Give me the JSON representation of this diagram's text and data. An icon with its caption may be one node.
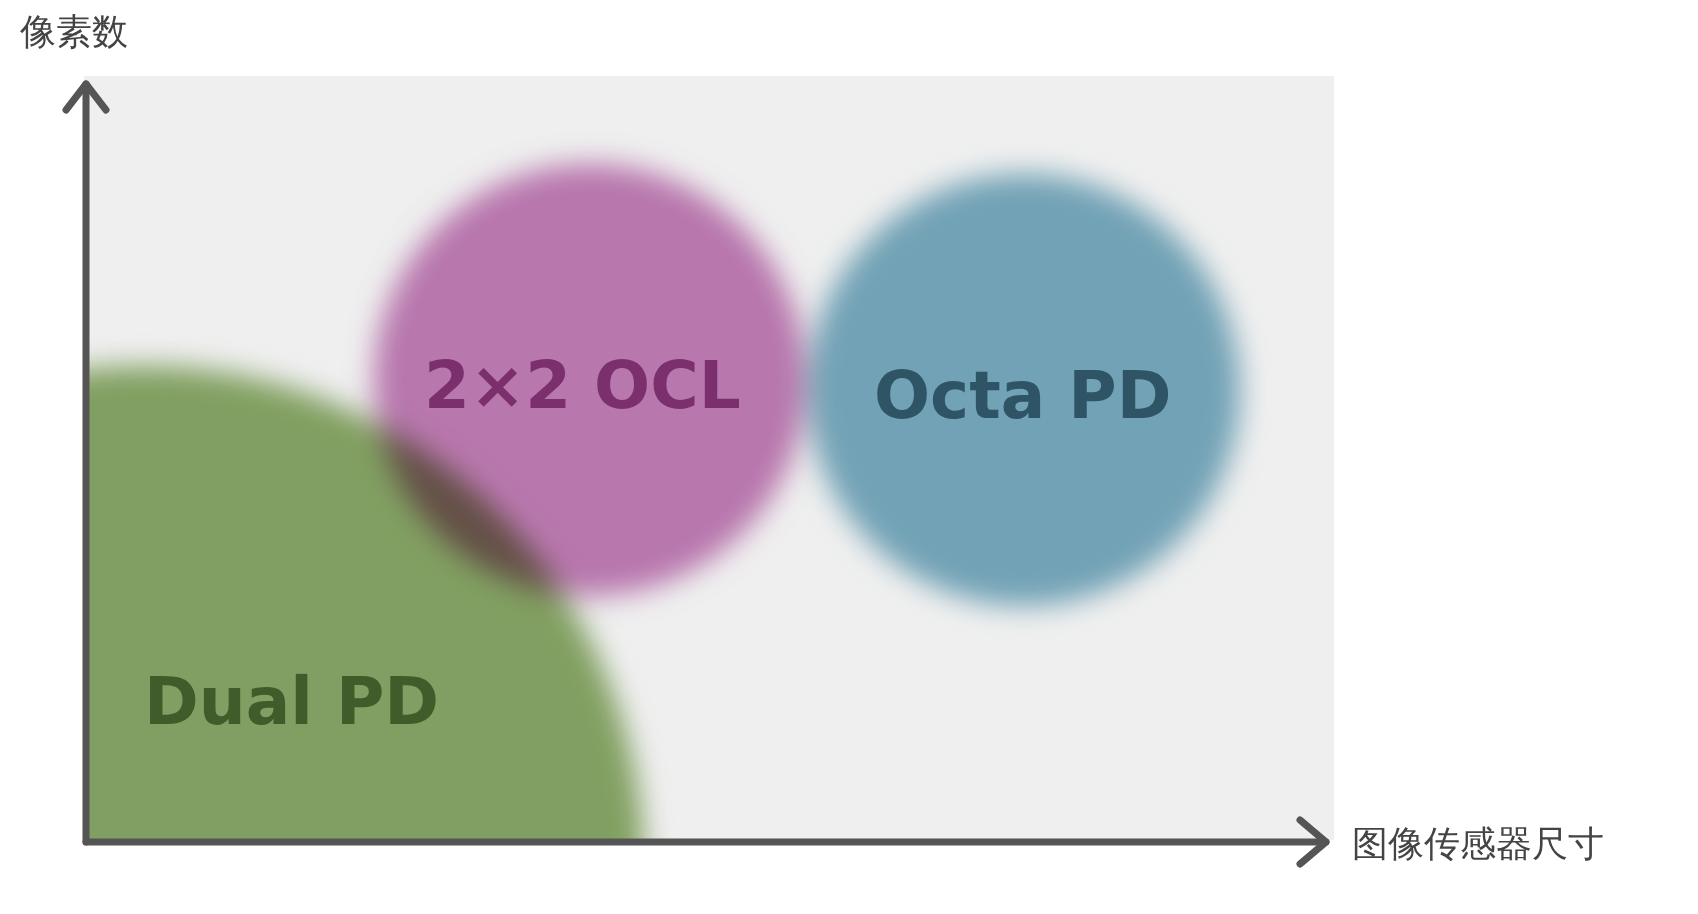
{
  "diagram": {
    "nodes": [
      {
        "text": [
          "2×2 OCL"
        ]
      },
      {
        "text": [
          "Octa PD"
        ]
      },
      {
        "text": [
          "Dual PD"
        ]
      }
    ],
    "labels": [
      "像素数",
      "图像传感器尺寸"
    ]
  }
}
